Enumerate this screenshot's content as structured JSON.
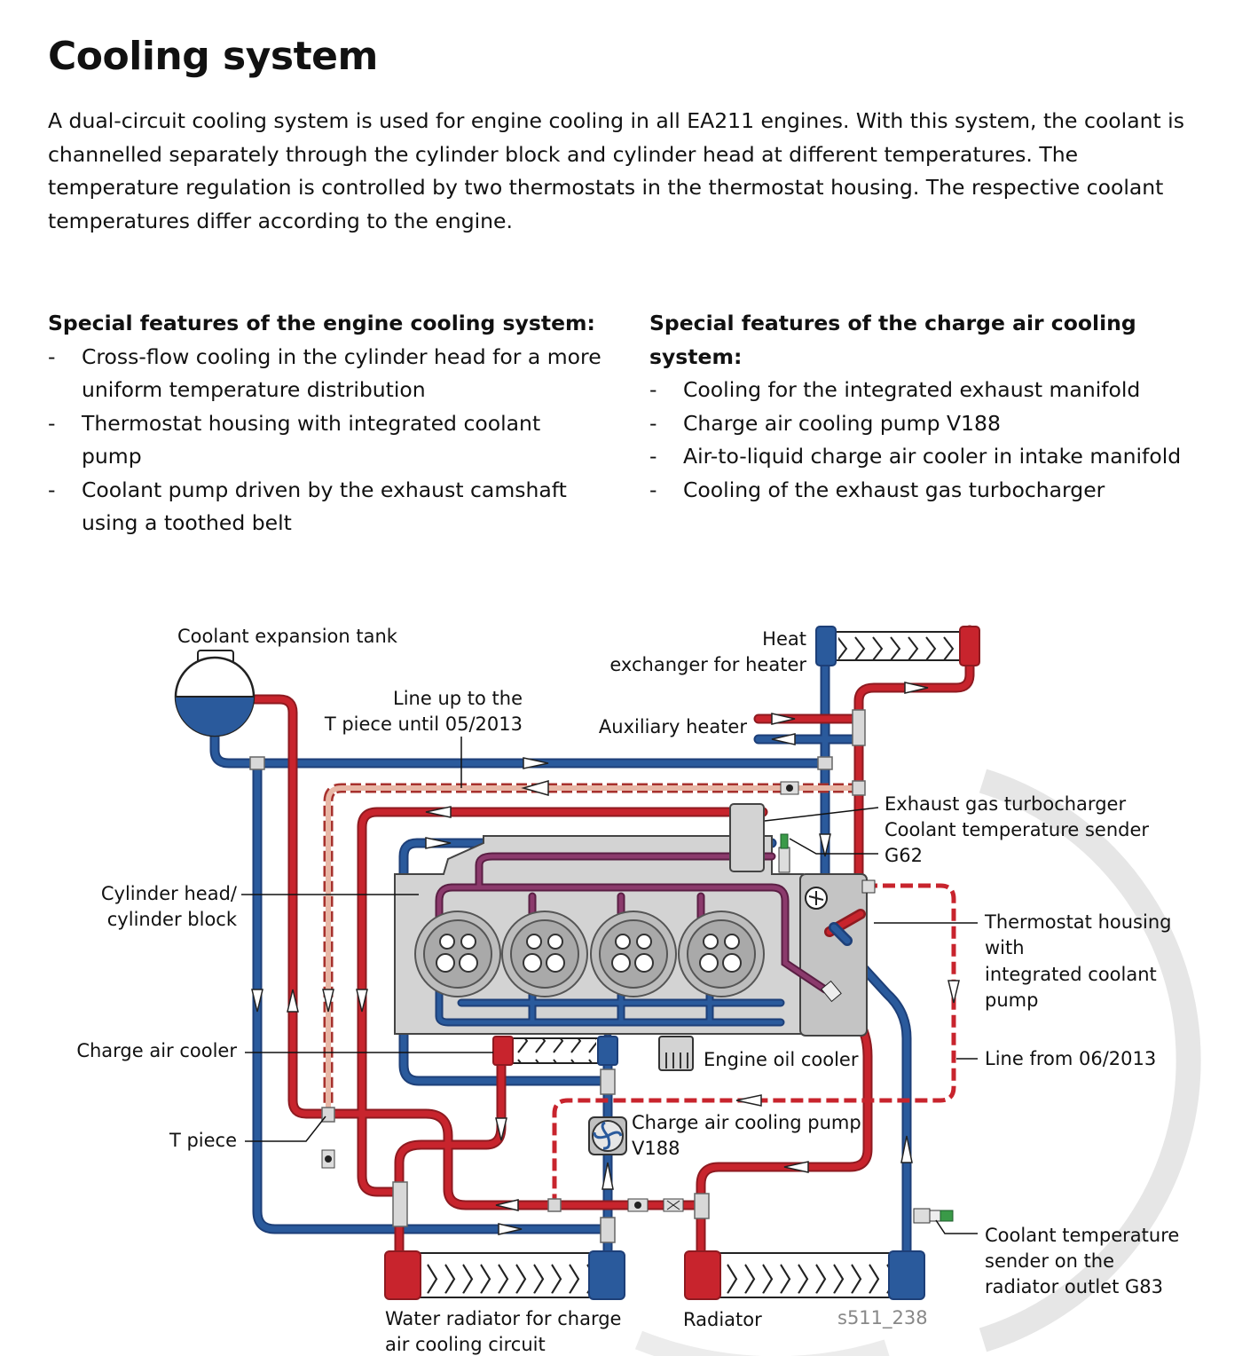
{
  "title": "Cooling system",
  "intro": "A dual-circuit cooling system is used for engine cooling in all EA211 engines. With this system, the coolant is channelled separately through the cylinder block and cylinder head at different temperatures. The temperature regulation is controlled by two thermostats in the thermostat housing. The respective coolant temperatures differ according to the engine.",
  "engine_features": {
    "heading": "Special features of the engine cooling system:",
    "items": [
      "Cross-flow cooling in the cylinder head for a more uniform temperature distribution",
      "Thermostat housing with integrated coolant pump",
      "Coolant pump driven by the exhaust camshaft using a toothed belt"
    ]
  },
  "charge_air_features": {
    "heading": "Special features of the charge air cooling system:",
    "items": [
      "Cooling for the integrated exhaust manifold",
      "Charge air cooling pump V188",
      "Air-to-liquid charge air cooler in intake manifold",
      "Cooling of the exhaust gas turbocharger"
    ]
  },
  "bullet": "-",
  "diagram": {
    "labels": {
      "expansion_tank": "Coolant expansion tank",
      "line_up_1": "Line up to the",
      "line_up_2": "T piece until 05/2013",
      "heat_exchanger_1": "Heat",
      "heat_exchanger_2": "exchanger for heater",
      "aux_heater": "Auxiliary heater",
      "turbo_1": "Exhaust gas turbocharger",
      "turbo_2": "Coolant temperature sender",
      "turbo_3": "G62",
      "cyl_head_1": "Cylinder head/",
      "cyl_head_2": "cylinder block",
      "thermostat_1": "Thermostat housing",
      "thermostat_2": "with",
      "thermostat_3": "integrated coolant",
      "thermostat_4": "pump",
      "charge_air_cooler": "Charge air cooler",
      "engine_oil_cooler": "Engine oil cooler",
      "line_from": "Line from 06/2013",
      "t_piece": "T piece",
      "pump_1": "Charge air cooling pump",
      "pump_2": "V188",
      "g83_1": "Coolant temperature",
      "g83_2": "sender on the",
      "g83_3": "radiator outlet G83",
      "water_radiator_1": "Water radiator for charge",
      "water_radiator_2": "air cooling circuit",
      "radiator": "Radiator",
      "figure_id": "s511_238"
    },
    "colors": {
      "hot": "#c8242d",
      "cold": "#2a5a9c",
      "head": "#7b2a5c",
      "dashed_old": "#e0a38f",
      "engine": "#d3d3d3"
    }
  }
}
